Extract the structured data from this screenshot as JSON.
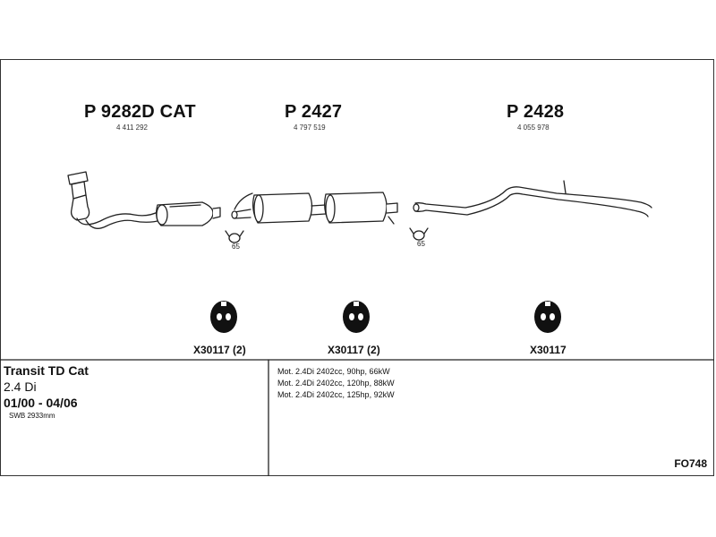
{
  "parts": [
    {
      "code": "P 9282D CAT",
      "number": "4 411 292"
    },
    {
      "code": "P 2427",
      "number": "4 797 519"
    },
    {
      "code": "P 2428",
      "number": "4 055 978"
    }
  ],
  "clamps": [
    {
      "size": "65"
    },
    {
      "size": "65"
    }
  ],
  "mounts": [
    {
      "label": "X30117 (2)"
    },
    {
      "label": "X30117 (2)"
    },
    {
      "label": "X30117"
    }
  ],
  "vehicle": {
    "name": "Transit TD Cat",
    "engine": "2.4 Di",
    "years": "01/00 - 04/06",
    "wheelbase": "SWB 2933mm"
  },
  "engines": [
    "Mot. 2.4Di 2402cc, 90hp, 66kW",
    "Mot. 2.4Di 2402cc, 120hp, 88kW",
    "Mot. 2.4Di 2402cc, 125hp, 92kW"
  ],
  "catalog_code": "FO748"
}
